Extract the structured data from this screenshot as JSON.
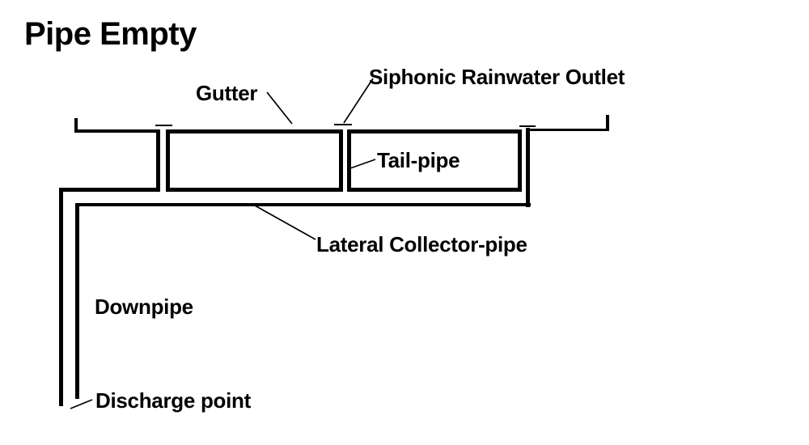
{
  "title": "Pipe Empty",
  "colors": {
    "line": "#000000",
    "background": "#ffffff"
  },
  "diagram": {
    "type": "siphonic-rainwater-drainage-schematic",
    "labels": {
      "gutter": "Gutter",
      "siphonic_outlet": "Siphonic Rainwater Outlet",
      "tail_pipe": "Tail-pipe",
      "lateral_collector": "Lateral Collector-pipe",
      "downpipe": "Downpipe",
      "discharge_point": "Discharge point"
    }
  }
}
